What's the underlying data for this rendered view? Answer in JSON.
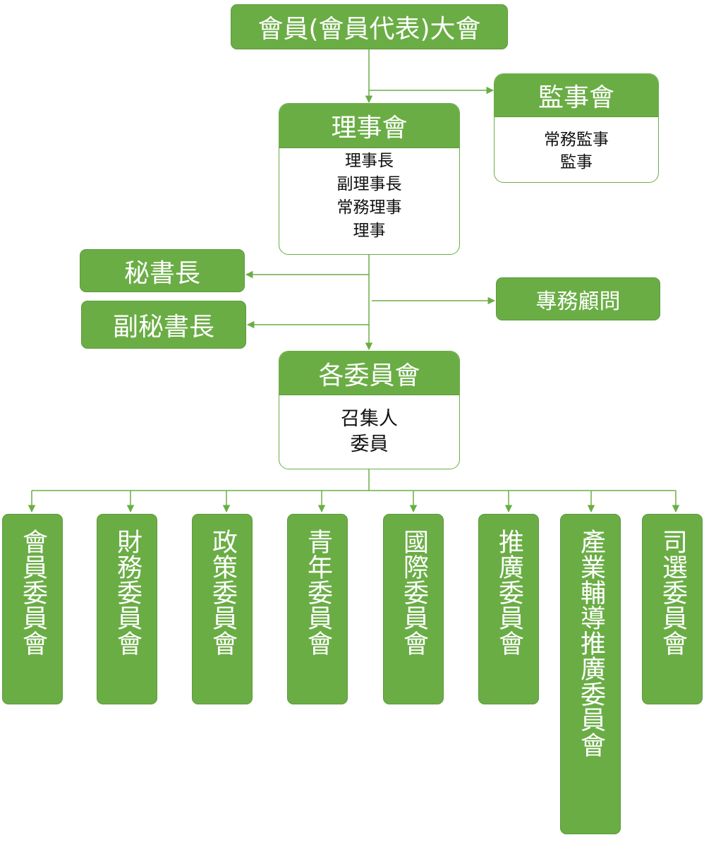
{
  "assembly": {
    "label": "會員(會員代表)大會"
  },
  "board": {
    "title": "理事會",
    "roles": [
      "理事長",
      "副理事長",
      "常務理事",
      "理事"
    ]
  },
  "supervisors": {
    "title": "監事會",
    "roles": [
      "常務監事",
      "監事"
    ]
  },
  "secretary_general": {
    "label": "秘書長"
  },
  "deputy_secretary_general": {
    "label": "副秘書長"
  },
  "advisor": {
    "label": "專務顧問"
  },
  "committees": {
    "title": "各委員會",
    "roles": [
      "召集人",
      "委員"
    ]
  },
  "committee_list": [
    "會員委員會",
    "財務委員會",
    "政策委員會",
    "青年委員會",
    "國際委員會",
    "推廣委員會",
    "產業輔導推廣委員會",
    "司選委員會"
  ],
  "colors": {
    "box_fill": "#6aad45",
    "box_border": "#5b9a3e",
    "line": "#6aad45",
    "text_on_box": "#ffffff"
  }
}
